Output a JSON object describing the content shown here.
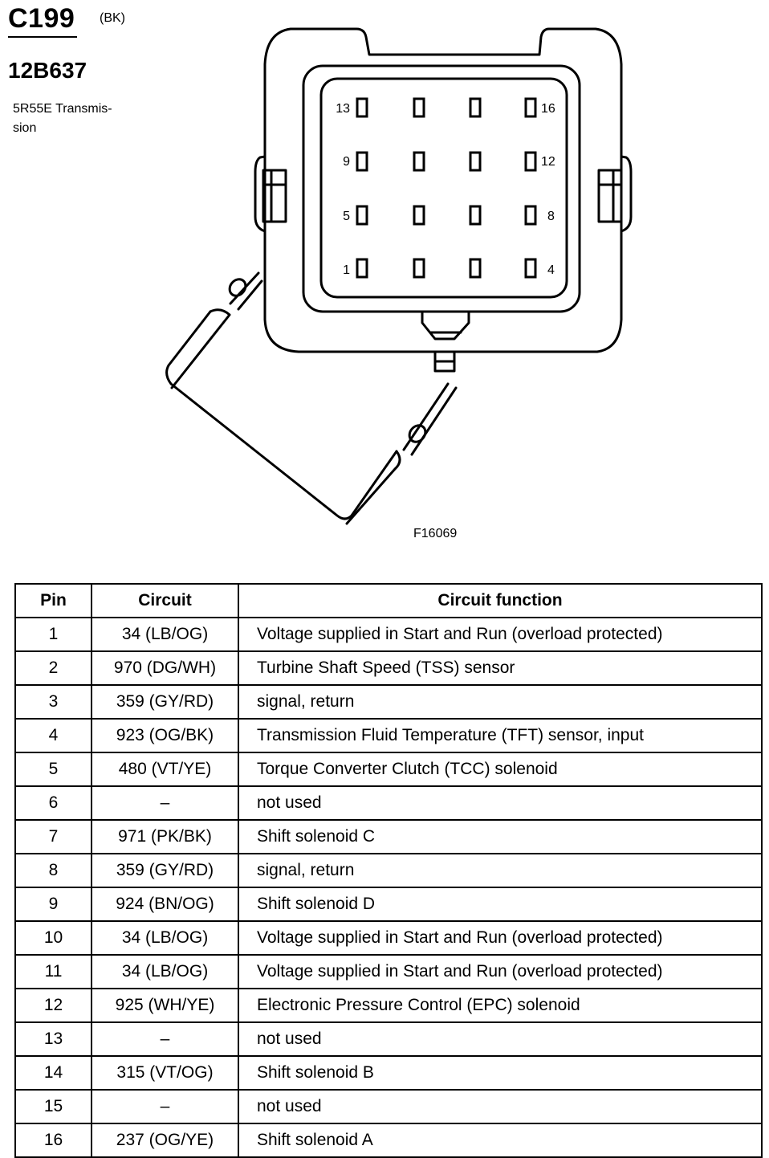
{
  "header": {
    "connector_id": "C199",
    "connector_color": "(BK)",
    "part_number": "12B637",
    "description": "5R55E Transmis-\nsion"
  },
  "diagram": {
    "pin_labels": {
      "p13": "13",
      "p16": "16",
      "p9": "9",
      "p12": "12",
      "p5": "5",
      "p8": "8",
      "p1": "1",
      "p4": "4"
    },
    "figure_code": "F16069"
  },
  "table": {
    "headers": {
      "pin": "Pin",
      "circuit": "Circuit",
      "function": "Circuit function"
    },
    "rows": [
      {
        "pin": "1",
        "circuit": "34 (LB/OG)",
        "function": "Voltage supplied in Start and Run (overload protected)"
      },
      {
        "pin": "2",
        "circuit": "970 (DG/WH)",
        "function": "Turbine Shaft Speed (TSS) sensor"
      },
      {
        "pin": "3",
        "circuit": "359 (GY/RD)",
        "function": "signal, return"
      },
      {
        "pin": "4",
        "circuit": "923 (OG/BK)",
        "function": "Transmission Fluid Temperature (TFT) sensor, input"
      },
      {
        "pin": "5",
        "circuit": "480 (VT/YE)",
        "function": "Torque Converter Clutch (TCC) solenoid"
      },
      {
        "pin": "6",
        "circuit": "–",
        "function": "not used"
      },
      {
        "pin": "7",
        "circuit": "971 (PK/BK)",
        "function": "Shift solenoid C"
      },
      {
        "pin": "8",
        "circuit": "359 (GY/RD)",
        "function": "signal, return"
      },
      {
        "pin": "9",
        "circuit": "924 (BN/OG)",
        "function": "Shift solenoid D"
      },
      {
        "pin": "10",
        "circuit": "34 (LB/OG)",
        "function": "Voltage supplied in Start and Run (overload protected)"
      },
      {
        "pin": "11",
        "circuit": "34 (LB/OG)",
        "function": "Voltage supplied in Start and Run (overload protected)"
      },
      {
        "pin": "12",
        "circuit": "925 (WH/YE)",
        "function": "Electronic Pressure Control (EPC) solenoid"
      },
      {
        "pin": "13",
        "circuit": "–",
        "function": "not used"
      },
      {
        "pin": "14",
        "circuit": "315 (VT/OG)",
        "function": "Shift solenoid B"
      },
      {
        "pin": "15",
        "circuit": "–",
        "function": "not used"
      },
      {
        "pin": "16",
        "circuit": "237 (OG/YE)",
        "function": "Shift solenoid A"
      }
    ]
  }
}
